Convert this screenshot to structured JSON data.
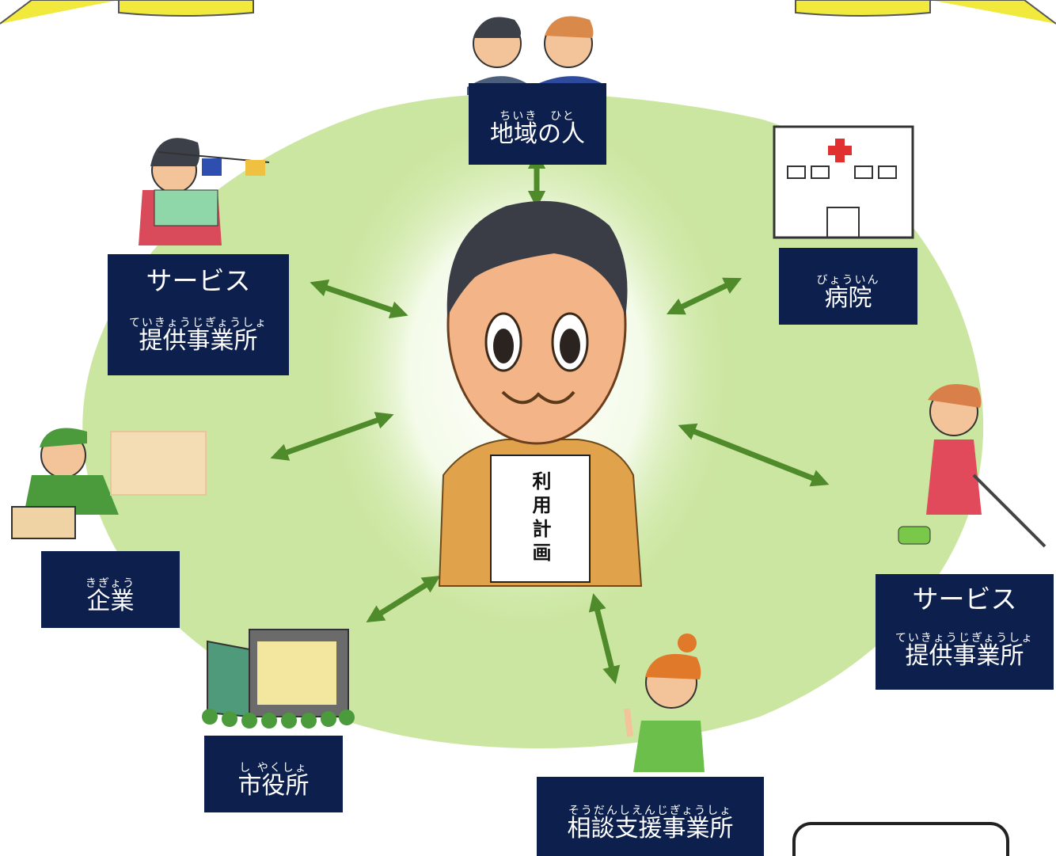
{
  "nodes": {
    "chiiki": {
      "ruby": "ちいき　ひと",
      "text": "地域の人"
    },
    "service1": {
      "title": "サービス",
      "ruby": "ていきょうじぎょうしょ",
      "text": "提供事業所"
    },
    "hospital": {
      "ruby": "びょういん",
      "text": "病院"
    },
    "company": {
      "ruby": "きぎょう",
      "text": "企業"
    },
    "service2": {
      "title": "サービス",
      "ruby": "ていきょうじぎょうしょ",
      "text": "提供事業所"
    },
    "cityhall": {
      "ruby": "し やくしょ",
      "text": "市役所"
    },
    "consult": {
      "ruby": "そうだんしえんじぎょうしょ",
      "text": "相談支援事業所"
    }
  },
  "center": {
    "document": "利用計画"
  },
  "colors": {
    "label_bg": "#0c1f4d",
    "blob": "#cbe6a0",
    "arrow": "#4f8a2b",
    "banner": "#f1ea3c"
  }
}
